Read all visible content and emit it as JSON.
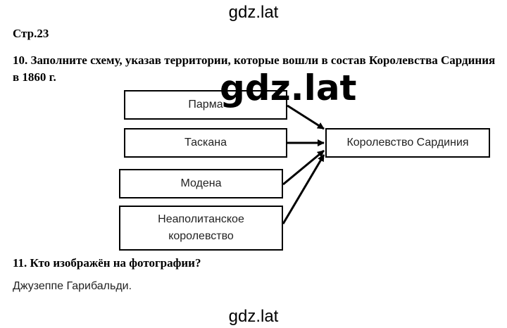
{
  "watermark": {
    "text": "gdz.lat"
  },
  "page_number": "Стр.23",
  "task10": {
    "prompt": "10. Заполните схему, указав территории, которые вошли в состав Королевства Сардиния в 1860 г.",
    "sources": [
      "Парма",
      "Таскана",
      "Модена",
      "Неаполитанское королевство"
    ],
    "target": "Королевство Сардиния"
  },
  "task11": {
    "prompt": "11. Кто изображён на фотографии?",
    "answer": "Джузеппе Гарибальди."
  }
}
